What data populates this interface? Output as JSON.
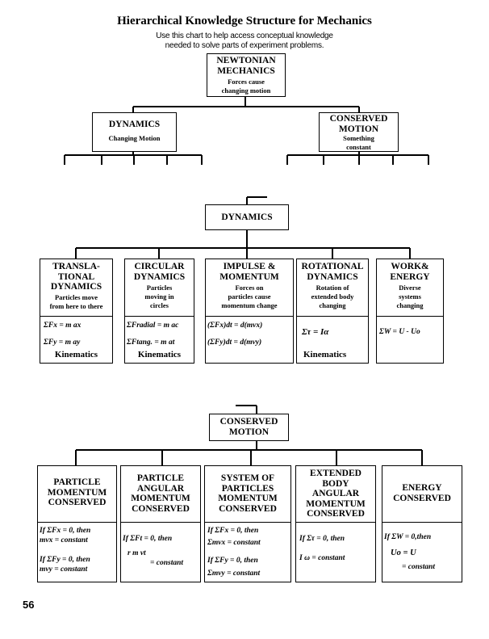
{
  "title": "Hierarchical Knowledge Structure for Mechanics",
  "subtitle": [
    "Use this chart to help access conceptual knowledge",
    "needed to solve parts of experiment problems."
  ],
  "top": {
    "root": {
      "title": [
        "NEWTONIAN",
        "MECHANICS"
      ],
      "desc": [
        "Forces cause",
        "changing motion"
      ]
    },
    "dynamics": {
      "title": "DYNAMICS",
      "desc": "Changing Motion"
    },
    "conserved": {
      "title": [
        "CONSERVED",
        "MOTION"
      ],
      "desc": [
        "Something",
        "constant"
      ]
    }
  },
  "dynamics_section": {
    "header": "DYNAMICS",
    "boxes": [
      {
        "title": [
          "TRANSLA-",
          "TIONAL",
          "DYNAMICS"
        ],
        "desc": [
          "Particles move",
          "from here to there"
        ],
        "formulas": [
          "ΣFx = m ax",
          "ΣFy = m ay"
        ],
        "footer": "Kinematics"
      },
      {
        "title": [
          "CIRCULAR",
          "DYNAMICS"
        ],
        "desc": [
          "Particles",
          "moving in",
          "circles"
        ],
        "formulas": [
          "ΣFradial = m ac",
          "ΣFtang. = m at"
        ],
        "footer": "Kinematics"
      },
      {
        "title": [
          "IMPULSE &",
          "MOMENTUM"
        ],
        "desc": [
          "Forces on",
          "particles cause",
          "momentum change"
        ],
        "formulas": [
          "(ΣFx)dt = d(mvx)",
          "(ΣFy)dt = d(mvy)"
        ],
        "footer": ""
      },
      {
        "title": [
          "ROTATIONAL",
          "DYNAMICS"
        ],
        "desc": [
          "Rotation of",
          "extended body",
          "changing"
        ],
        "formulas": [
          "Στ = Iα"
        ],
        "footer": "Kinematics"
      },
      {
        "title": [
          "WORK&",
          "ENERGY"
        ],
        "desc": [
          "Diverse",
          "systems",
          "changing"
        ],
        "formulas": [
          "ΣW = U - Uo"
        ],
        "footer": ""
      }
    ]
  },
  "conserved_section": {
    "header": [
      "CONSERVED",
      "MOTION"
    ],
    "boxes": [
      {
        "title": [
          "PARTICLE",
          "MOMENTUM",
          "CONSERVED"
        ],
        "formulas": [
          "If ΣFx = 0, then",
          "mvx = constant",
          "If ΣFy = 0, then",
          "mvy = constant"
        ]
      },
      {
        "title": [
          "PARTICLE",
          "ANGULAR",
          "MOMENTUM",
          "CONSERVED"
        ],
        "formulas": [
          "If ΣFt = 0, then",
          "r m vt",
          "= constant"
        ]
      },
      {
        "title": [
          "SYSTEM OF",
          "PARTICLES",
          "MOMENTUM",
          "CONSERVED"
        ],
        "formulas": [
          "If ΣFx = 0, then",
          "Σmvx = constant",
          "If ΣFy = 0, then",
          "Σmvy = constant"
        ]
      },
      {
        "title": [
          "EXTENDED",
          "BODY",
          "ANGULAR",
          "MOMENTUM",
          "CONSERVED"
        ],
        "formulas": [
          "If Στ = 0, then",
          "I ω = constant"
        ]
      },
      {
        "title": [
          "ENERGY",
          "CONSERVED"
        ],
        "formulas": [
          "If ΣW = 0,then",
          "Uo = U",
          "= constant"
        ]
      }
    ]
  },
  "page_number": "56"
}
